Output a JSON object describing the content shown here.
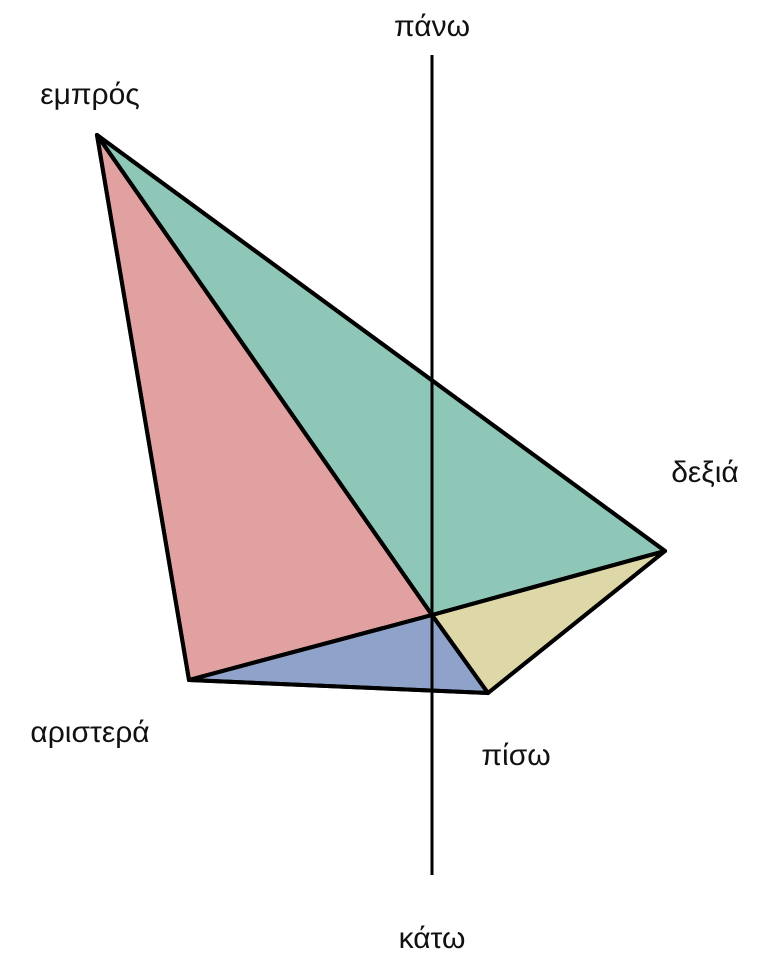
{
  "labels": {
    "up": "πάνω",
    "down": "κάτω",
    "front": "εμπρός",
    "right": "δεξιά",
    "left": "αριστερά",
    "back": "πίσω"
  },
  "colors": {
    "face_front_left": "#e1a1a0",
    "face_front_right": "#8ec7b8",
    "face_back_left": "#8fa2c9",
    "face_back_right": "#ded8a8",
    "stroke": "#000000",
    "background": "#ffffff"
  }
}
